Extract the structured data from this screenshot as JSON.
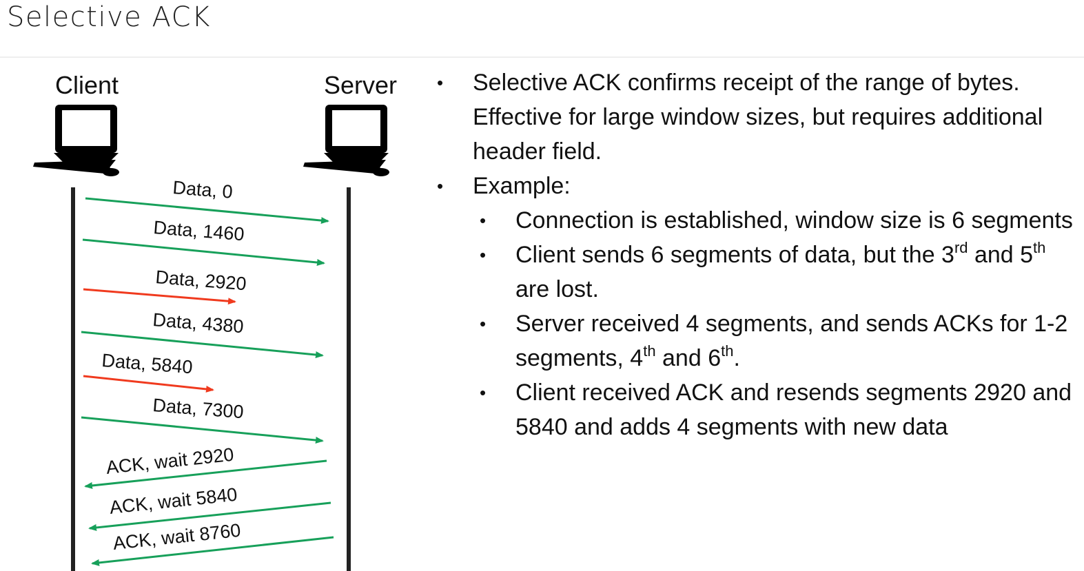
{
  "title": "Selective ACK",
  "diagram": {
    "client_label": "Client",
    "server_label": "Server",
    "colors": {
      "delivered": "#17a05a",
      "lost": "#f03a1e",
      "lifeline": "#222222"
    },
    "messages": [
      {
        "label": "Data, 0",
        "direction": "client-to-server",
        "status": "delivered"
      },
      {
        "label": "Data, 1460",
        "direction": "client-to-server",
        "status": "delivered"
      },
      {
        "label": "Data, 2920",
        "direction": "client-to-server",
        "status": "lost"
      },
      {
        "label": "Data, 4380",
        "direction": "client-to-server",
        "status": "delivered"
      },
      {
        "label": "Data, 5840",
        "direction": "client-to-server",
        "status": "lost"
      },
      {
        "label": "Data, 7300",
        "direction": "client-to-server",
        "status": "delivered"
      },
      {
        "label": "ACK, wait 2920",
        "direction": "server-to-client",
        "status": "delivered"
      },
      {
        "label": "ACK, wait 5840",
        "direction": "server-to-client",
        "status": "delivered"
      },
      {
        "label": "ACK, wait 8760",
        "direction": "server-to-client",
        "status": "delivered"
      }
    ]
  },
  "bullets": {
    "b1": "Selective ACK confirms receipt of the range of bytes. Effective for large window sizes, but requires additional header field.",
    "b2": "Example:",
    "s1": "Connection is established, window size is 6 segments",
    "s2_a": "Client sends 6 segments of data, but the 3",
    "s2_sup1": "rd",
    "s2_b": " and 5",
    "s2_sup2": "th",
    "s2_c": " are lost.",
    "s3_a": "Server received 4 segments, and sends ACKs for 1-2 segments, 4",
    "s3_sup1": "th",
    "s3_b": " and 6",
    "s3_sup2": "th",
    "s3_c": ".",
    "s4": "Client  received ACK and resends segments 2920 and 5840 and adds 4 segments with new data"
  }
}
